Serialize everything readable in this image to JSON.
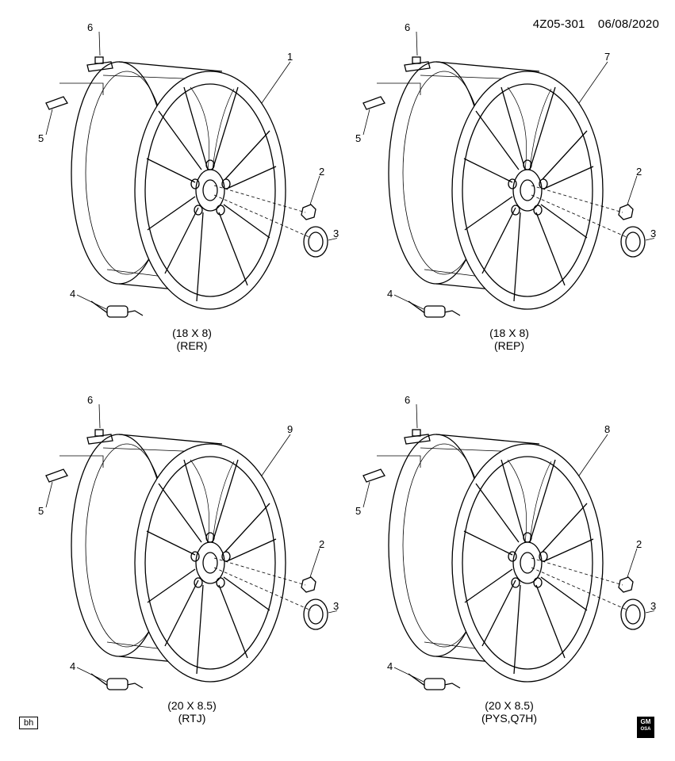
{
  "header": {
    "code": "4Z05-301",
    "date": "06/08/2020"
  },
  "panels": [
    {
      "callouts": {
        "a": "6",
        "b": "5",
        "c": "1",
        "d": "2",
        "e": "3",
        "f": "4"
      },
      "caption": {
        "size": "(18 X 8)",
        "code": "(RER)"
      }
    },
    {
      "callouts": {
        "a": "6",
        "b": "5",
        "c": "7",
        "d": "2",
        "e": "3",
        "f": "4"
      },
      "caption": {
        "size": "(18 X 8)",
        "code": "(REP)"
      }
    },
    {
      "callouts": {
        "a": "6",
        "b": "5",
        "c": "9",
        "d": "2",
        "e": "3",
        "f": "4"
      },
      "caption": {
        "size": "(20 X 8.5)",
        "code": "(RTJ)"
      }
    },
    {
      "callouts": {
        "a": "6",
        "b": "5",
        "c": "8",
        "d": "2",
        "e": "3",
        "f": "4"
      },
      "caption": {
        "size": "(20 X 8.5)",
        "code": "(PYS,Q7H)"
      }
    }
  ],
  "footer": {
    "initials": "bh",
    "logo_top": "GM",
    "logo_bottom": "OSA"
  },
  "colors": {
    "line": "#000000",
    "background": "#ffffff"
  }
}
